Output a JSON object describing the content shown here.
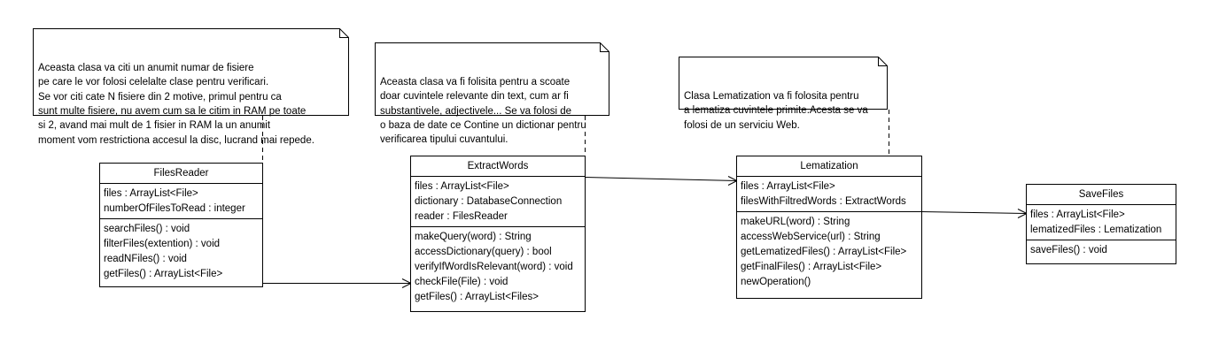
{
  "notes": [
    {
      "id": "note-filesreader",
      "lines": [
        "Aceasta clasa va citi un anumit numar de fisiere",
        "pe care le vor folosi celelalte clase pentru verificari.",
        "Se vor citi cate N fisiere din 2 motive, primul pentru ca",
        "sunt multe fisiere, nu avem cum sa le citim in RAM pe toate",
        "si 2, avand mai mult de 1 fisier in RAM la un anumit",
        "moment vom restrictiona accesul la disc, lucrand mai repede."
      ]
    },
    {
      "id": "note-extractwords",
      "lines": [
        "Aceasta clasa va fi folisita pentru a scoate",
        "doar cuvintele relevante din text, cum ar fi",
        "substantivele, adjectivele... Se va folosi de",
        "o baza de date ce Contine un dictionar pentru",
        "verificarea tipului cuvantului."
      ]
    },
    {
      "id": "note-lematization",
      "lines": [
        "Clasa Lematization va fi folosita pentru",
        "a lematiza cuvintele primite.Acesta se va",
        "folosi de un serviciu Web."
      ]
    }
  ],
  "classes": [
    {
      "id": "filesreader",
      "name": "FilesReader",
      "attributes": [
        "files : ArrayList<File>",
        "numberOfFilesToRead : integer"
      ],
      "operations": [
        "searchFiles() : void",
        "filterFiles(extention) : void",
        "readNFiles() : void",
        "getFiles() : ArrayList<File>"
      ]
    },
    {
      "id": "extractwords",
      "name": "ExtractWords",
      "attributes": [
        "files : ArrayList<File>",
        "dictionary : DatabaseConnection",
        "reader : FilesReader"
      ],
      "operations": [
        "makeQuery(word) : String",
        "accessDictionary(query) : bool",
        "verifyIfWordIsRelevant(word) : void",
        "checkFile(File) : void",
        "getFiles() : ArrayList<Files>"
      ]
    },
    {
      "id": "lematization",
      "name": "Lematization",
      "attributes": [
        "files : ArrayList<File>",
        "filesWithFiltredWords : ExtractWords"
      ],
      "operations": [
        "makeURL(word) : String",
        "accessWebService(url) : String",
        "getLematizedFiles() : ArrayList<File>",
        "getFinalFiles() : ArrayList<File>",
        "newOperation()"
      ]
    },
    {
      "id": "savefiles",
      "name": "SaveFiles",
      "attributes": [
        "files : ArrayList<File>",
        "lematizedFiles : Lematization"
      ],
      "operations": [
        "saveFiles() : void"
      ]
    }
  ]
}
